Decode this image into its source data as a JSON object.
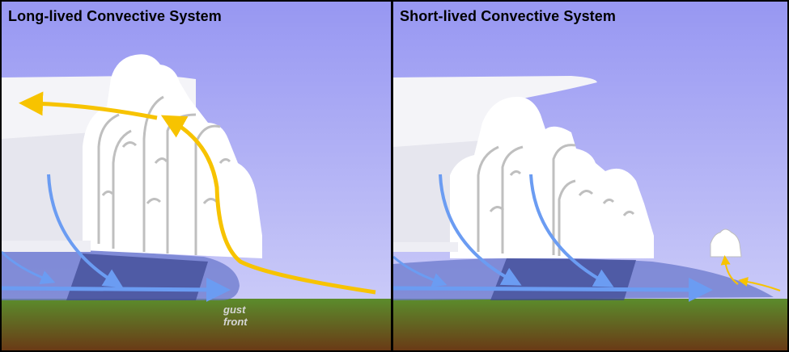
{
  "panels": [
    {
      "id": "long-lived",
      "title": "Long-lived Convective System",
      "label_lines": [
        "gust",
        "front"
      ]
    },
    {
      "id": "short-lived",
      "title": "Short-lived Convective System"
    }
  ],
  "colors": {
    "sky_top": "#9a9af4",
    "sky_bottom": "#c8c8f8",
    "ground_top": "#5a8a2c",
    "ground_bottom": "#6b3c16",
    "cloud": "#ffffff",
    "cold_pool": "#6a78cc",
    "downdraft_shadow": "#3a4690",
    "updraft_arrow": "#f7c300",
    "downdraft_arrow": "#6b9cf2"
  },
  "icons": {
    "updraft": "yellow-curved-arrow",
    "downdraft": "blue-curved-arrow"
  }
}
